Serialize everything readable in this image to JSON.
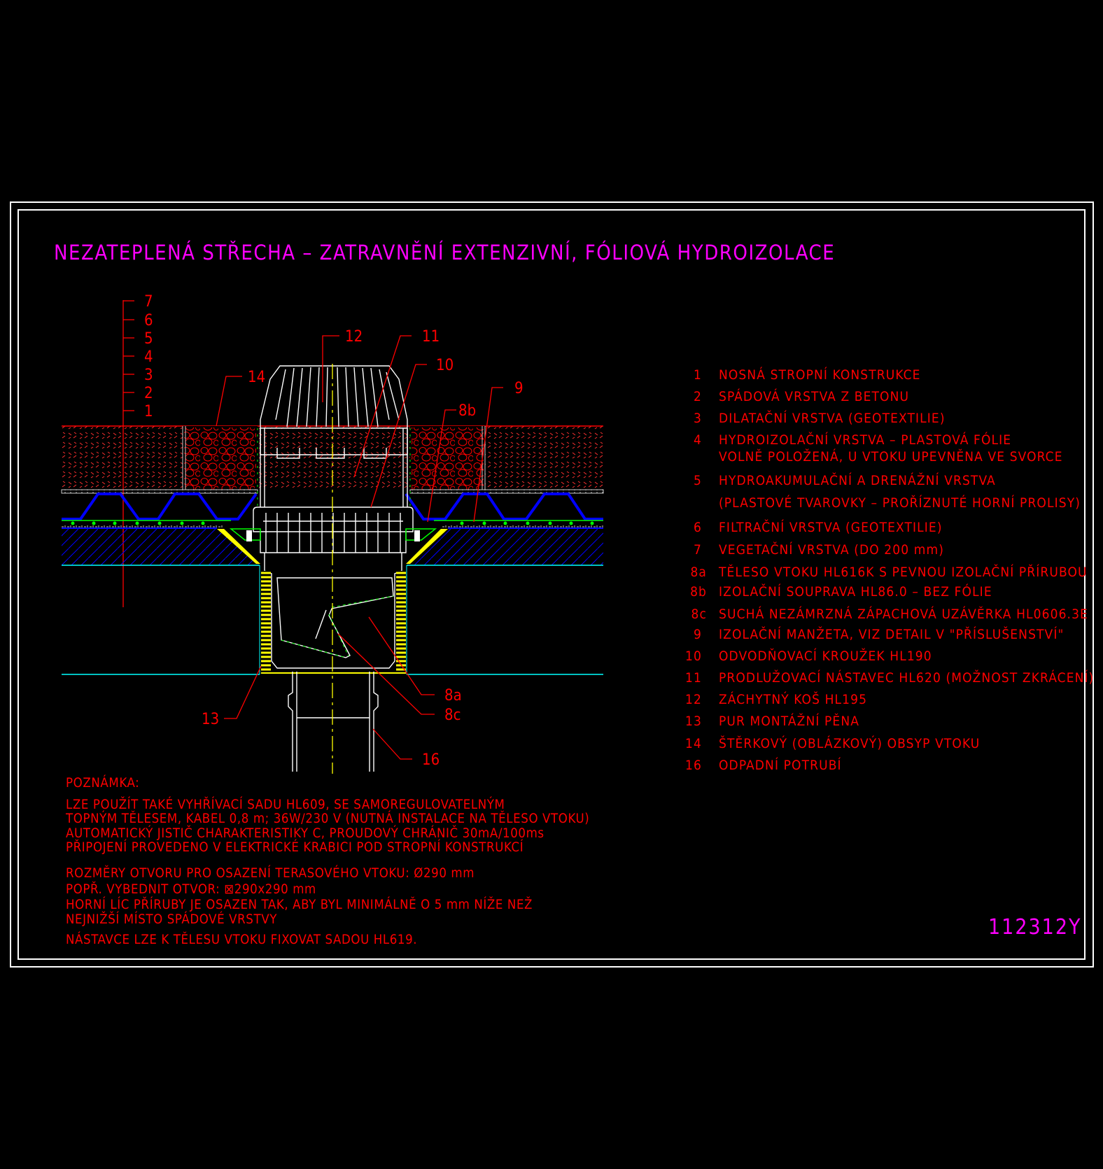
{
  "title": "NEZATEPLENÁ STŘECHA – ZATRAVNĚNÍ EXTENZIVNÍ, FÓLIOVÁ HYDROIZOLACE",
  "drawing_code": "112312Y",
  "layer_scale": [
    "7",
    "6",
    "5",
    "4",
    "3",
    "2",
    "1"
  ],
  "callouts": {
    "c12": "12",
    "c11": "11",
    "c10": "10",
    "c9": "9",
    "c8b": "8b",
    "c14": "14",
    "c8a": "8a",
    "c8c": "8c",
    "c13": "13",
    "c16": "16"
  },
  "legend": [
    {
      "num": "1",
      "text": "NOSNÁ STROPNÍ KONSTRUKCE"
    },
    {
      "num": "2",
      "text": "SPÁDOVÁ VRSTVA Z BETONU"
    },
    {
      "num": "3",
      "text": "DILATAČNÍ VRSTVA (GEOTEXTILIE)"
    },
    {
      "num": "4",
      "text": "HYDROIZOLAČNÍ VRSTVA – PLASTOVÁ FÓLIE"
    },
    {
      "num": "",
      "text": "VOLNĚ POLOŽENÁ, U VTOKU UPEVNĚNA VE SVORCE"
    },
    {
      "num": "5",
      "text": "HYDROAKUMULAČNÍ A DRENÁŽNÍ VRSTVA"
    },
    {
      "num": "",
      "text": "(PLASTOVÉ TVAROVKY – PROŘÍZNUTÉ HORNÍ PROLISY)"
    },
    {
      "num": "6",
      "text": "FILTRAČNÍ VRSTVA (GEOTEXTILIE)"
    },
    {
      "num": "7",
      "text": "VEGETAČNÍ VRSTVA (DO 200 mm)"
    },
    {
      "num": "8a",
      "text": "TĚLESO VTOKU HL616K S PEVNOU IZOLAČNÍ PŘÍRUBOU"
    },
    {
      "num": "8b",
      "text": "IZOLAČNÍ SOUPRAVA HL86.0 – BEZ FÓLIE"
    },
    {
      "num": "8c",
      "text": "SUCHÁ NEZÁMRZNÁ ZÁPACHOVÁ UZÁVĚRKA HL0606.3E"
    },
    {
      "num": "9",
      "text": "IZOLAČNÍ MANŽETA, VIZ DETAIL V \"PŘÍSLUŠENSTVÍ\""
    },
    {
      "num": "10",
      "text": "ODVODŇOVACÍ KROUŽEK HL190"
    },
    {
      "num": "11",
      "text": "PRODLUŽOVACÍ NÁSTAVEC HL620 (MOŽNOST ZKRÁCENÍ)"
    },
    {
      "num": "12",
      "text": "ZÁCHYTNÝ KOŠ HL195"
    },
    {
      "num": "13",
      "text": "PUR MONTÁŽNÍ PĚNA"
    },
    {
      "num": "14",
      "text": "ŠTĚRKOVÝ (OBLÁZKOVÝ) OBSYP VTOKU"
    },
    {
      "num": "16",
      "text": "ODPADNÍ POTRUBÍ"
    }
  ],
  "notes": [
    "POZNÁMKA:",
    "LZE POUŽÍT TAKÉ VYHŘÍVACÍ SADU HL609, SE SAMOREGULOVATELNÝM",
    "TOPNÝM TĚLESEM, KABEL 0,8 m; 36W/230 V (NUTNÁ INSTALACE NA TĚLESO VTOKU)",
    "AUTOMATICKÝ JISTIČ CHARAKTERISTIKY C, PROUDOVÝ CHRÁNIČ 30mA/100ms",
    "PŘIPOJENÍ PROVEDENO V ELEKTRICKÉ KRABICI POD STROPNÍ KONSTRUKCÍ",
    "ROZMĚRY OTVORU PRO OSAZENÍ TERASOVÉHO VTOKU: Ø290 mm",
    "POPŘ. VYBEDNIT OTVOR: ⊠290x290 mm",
    "HORNÍ LÍC PŘÍRUBY JE OSAZEN TAK, ABY BYL MINIMÁLNĚ O 5 mm NÍŽE NEŽ",
    "NEJNIŽŠÍ MÍSTO SPÁDOVÉ VRSTVY",
    "NÁSTAVCE LZE K TĚLESU VTOKU FIXOVAT SADOU HL619."
  ],
  "colors": {
    "background": "#000000",
    "frame": "#ffffff",
    "text": "#ff0000",
    "title": "#ff00ff",
    "drainage": "#0000ff",
    "membrane": "#00ff00",
    "foam": "#ffff00",
    "level": "#00ffff"
  }
}
